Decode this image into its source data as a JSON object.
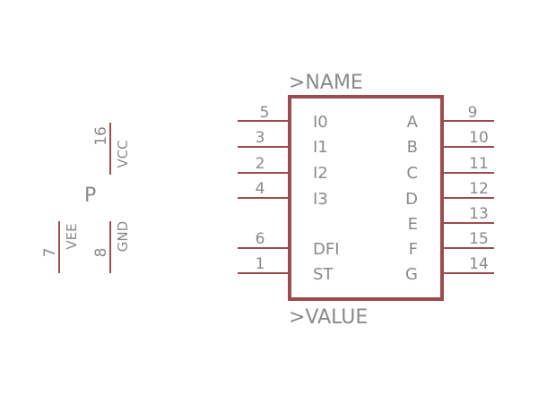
{
  "symbol": {
    "name_label": ">NAME",
    "value_label": ">VALUE",
    "left_pins": [
      {
        "number": "5",
        "label": "I0"
      },
      {
        "number": "3",
        "label": "I1"
      },
      {
        "number": "2",
        "label": "I2"
      },
      {
        "number": "4",
        "label": "I3"
      },
      {
        "number": "6",
        "label": "DFI"
      },
      {
        "number": "1",
        "label": "ST"
      }
    ],
    "right_pins": [
      {
        "number": "9",
        "label": "A"
      },
      {
        "number": "10",
        "label": "B"
      },
      {
        "number": "11",
        "label": "C"
      },
      {
        "number": "12",
        "label": "D"
      },
      {
        "number": "13",
        "label": "E"
      },
      {
        "number": "15",
        "label": "F"
      },
      {
        "number": "14",
        "label": "G"
      }
    ]
  },
  "power": {
    "part_label": "P",
    "pins": [
      {
        "number": "16",
        "label": "VCC"
      },
      {
        "number": "7",
        "label": "VEE"
      },
      {
        "number": "8",
        "label": "GND"
      }
    ]
  },
  "colors": {
    "wire": "#9e4b4f",
    "text": "#8a8a8a",
    "background": "#ffffff"
  }
}
